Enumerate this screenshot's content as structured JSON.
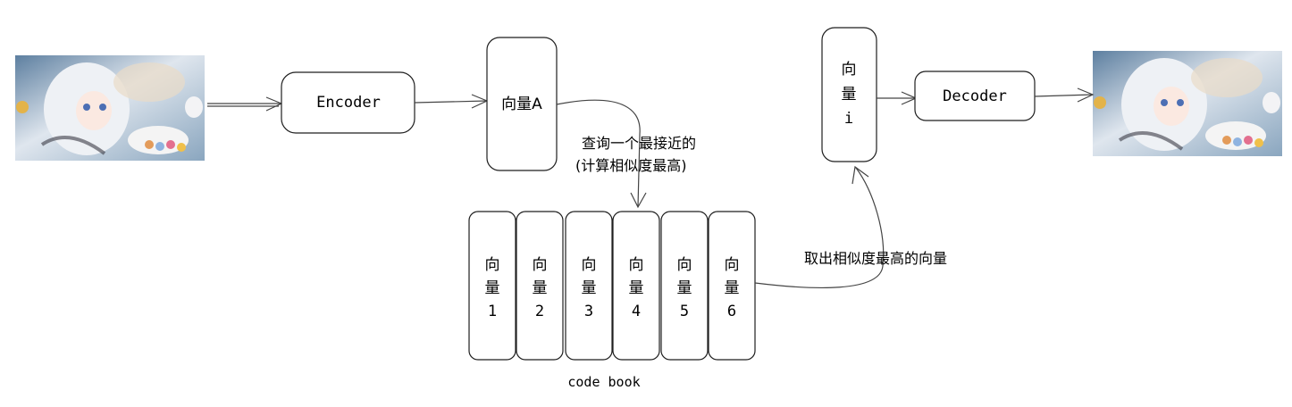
{
  "input_image": {
    "alt": "anime illustration input"
  },
  "output_image": {
    "alt": "anime illustration output"
  },
  "encoder": {
    "label": "Encoder"
  },
  "decoder": {
    "label": "Decoder"
  },
  "vector_a": {
    "label": "向量A"
  },
  "vector_i": {
    "line1": "向",
    "line2": "量",
    "line3": "i"
  },
  "query_note": {
    "line1": "查询一个最接近的",
    "line2": "(计算相似度最高)"
  },
  "retrieve_note": {
    "text": "取出相似度最高的向量"
  },
  "codebook": {
    "caption": "code book",
    "vectors": [
      {
        "line1": "向",
        "line2": "量",
        "index": "1"
      },
      {
        "line1": "向",
        "line2": "量",
        "index": "2"
      },
      {
        "line1": "向",
        "line2": "量",
        "index": "3"
      },
      {
        "line1": "向",
        "line2": "量",
        "index": "4"
      },
      {
        "line1": "向",
        "line2": "量",
        "index": "5"
      },
      {
        "line1": "向",
        "line2": "量",
        "index": "6"
      }
    ]
  },
  "colors": {
    "stroke": "#1e1e1e",
    "arrow": "#444444"
  }
}
